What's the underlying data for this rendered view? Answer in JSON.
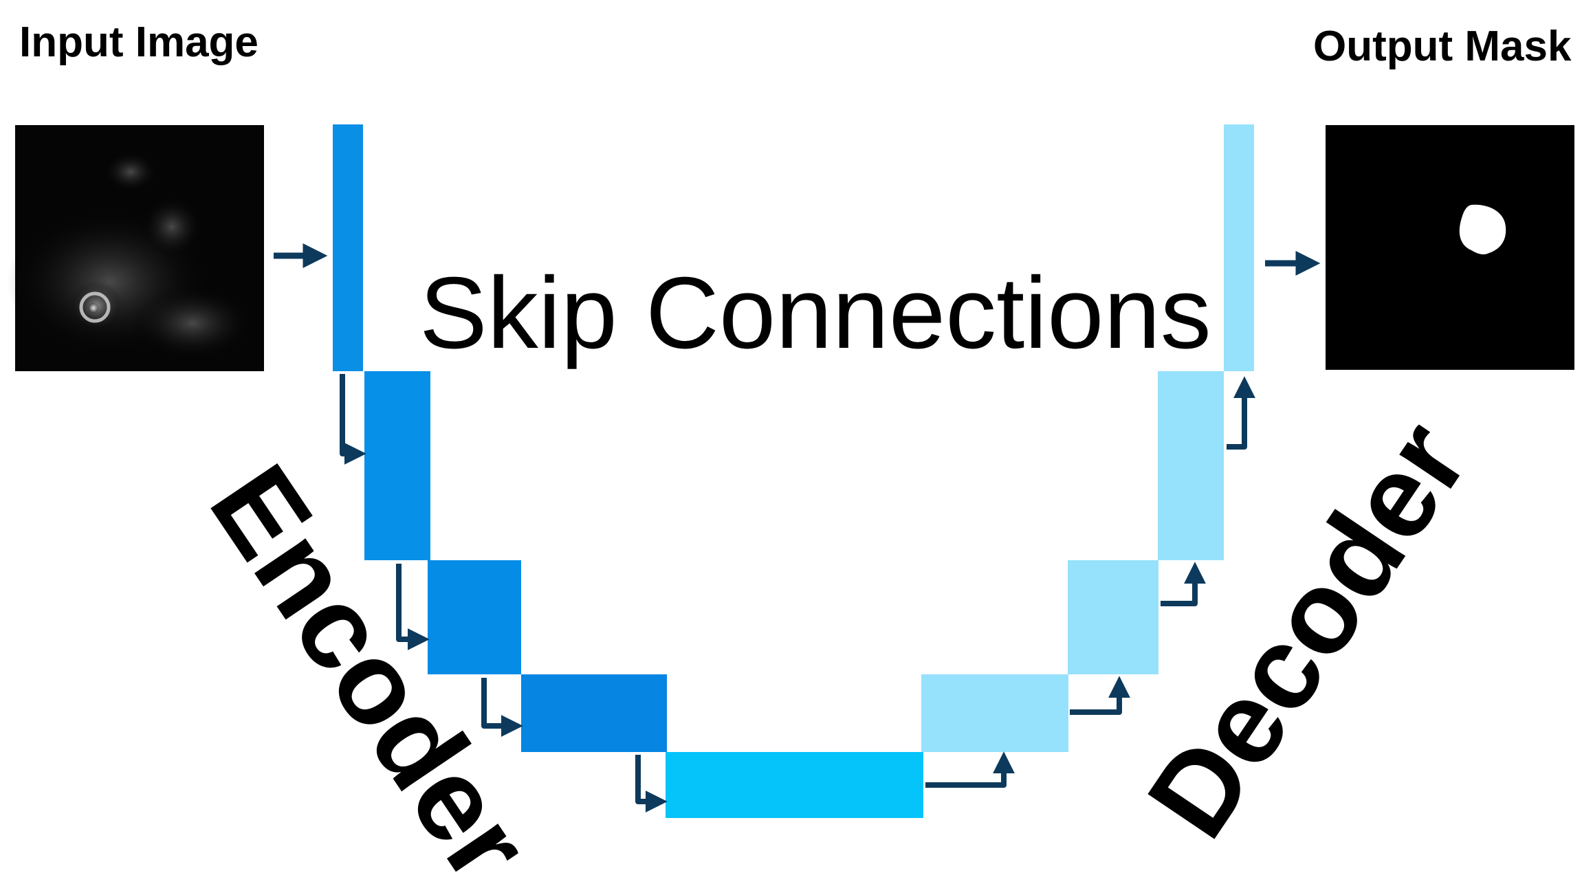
{
  "labels": {
    "input_image": "Input Image",
    "output_mask": "Output Mask",
    "skip_connections": "Skip Connections",
    "encoder": "Encoder",
    "decoder": "Decoder"
  },
  "colors": {
    "encoder_1": "#0a8fe6",
    "encoder_2": "#0690e8",
    "encoder_3": "#058ce6",
    "encoder_4": "#0685e2",
    "bottleneck": "#05c4fa",
    "decoder": "#96e1fb",
    "arrow": "#0d3a5c",
    "arrow_outline": "#7fb8d8"
  }
}
